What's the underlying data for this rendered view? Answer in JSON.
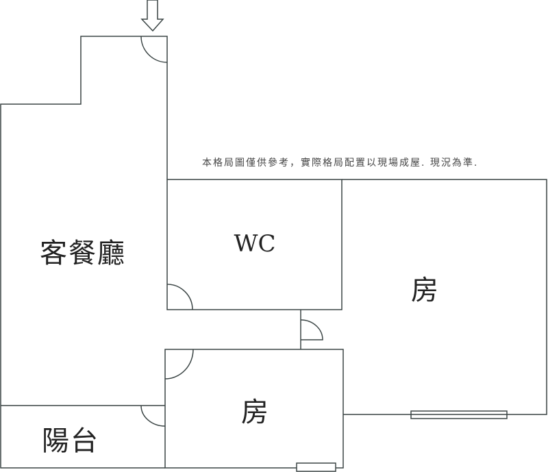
{
  "note": "本格局圖僅供參考，實際格局配置以現場成屋. 現況為準.",
  "rooms": {
    "living_dining": "客餐廳",
    "wc": "WC",
    "bedroom_right": "房",
    "bedroom_bottom": "房",
    "balcony": "陽台"
  },
  "colors": {
    "wall": "#3a4444",
    "background": "#ffffff"
  }
}
